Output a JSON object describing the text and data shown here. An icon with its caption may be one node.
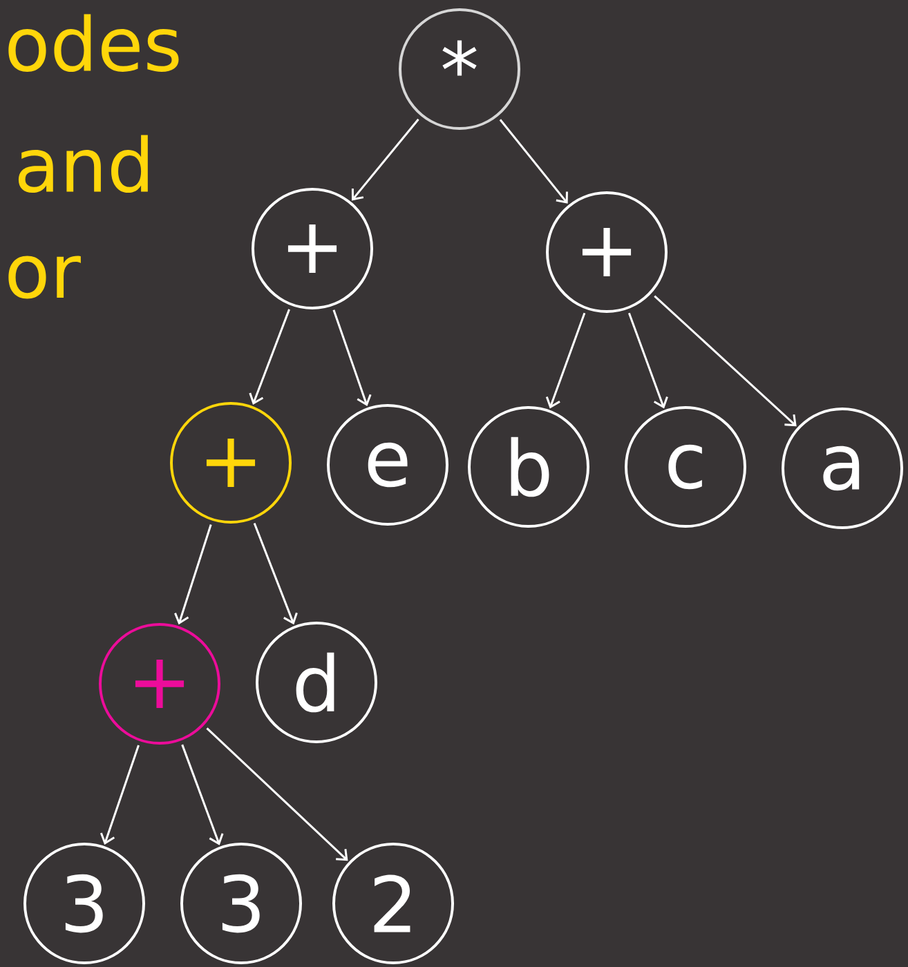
{
  "diagram": {
    "nodes": [
      {
        "text": [
          "*"
        ]
      },
      {
        "text": [
          "+"
        ]
      },
      {
        "text": [
          "+"
        ]
      },
      {
        "text": [
          "+"
        ]
      },
      {
        "text": [
          "e"
        ]
      },
      {
        "text": [
          "b"
        ]
      },
      {
        "text": [
          "c"
        ]
      },
      {
        "text": [
          "a"
        ]
      },
      {
        "text": [
          "+"
        ]
      },
      {
        "text": [
          "d"
        ]
      },
      {
        "text": [
          "3"
        ]
      },
      {
        "text": [
          "3"
        ]
      },
      {
        "text": [
          "2"
        ]
      }
    ],
    "edges": [
      {
        "from": 0,
        "to": 1,
        "arrow": "to"
      },
      {
        "from": 0,
        "to": 2,
        "arrow": "to"
      },
      {
        "from": 1,
        "to": 3,
        "arrow": "to"
      },
      {
        "from": 1,
        "to": 4,
        "arrow": "to"
      },
      {
        "from": 2,
        "to": 5,
        "arrow": "to"
      },
      {
        "from": 2,
        "to": 6,
        "arrow": "to"
      },
      {
        "from": 2,
        "to": 7,
        "arrow": "to"
      },
      {
        "from": 3,
        "to": 8,
        "arrow": "to"
      },
      {
        "from": 3,
        "to": 9,
        "arrow": "to"
      },
      {
        "from": 8,
        "to": 10,
        "arrow": "to"
      },
      {
        "from": 8,
        "to": 11,
        "arrow": "to"
      },
      {
        "from": 8,
        "to": 12,
        "arrow": "to"
      }
    ],
    "labels": [
      "odes",
      "and",
      "or"
    ]
  }
}
